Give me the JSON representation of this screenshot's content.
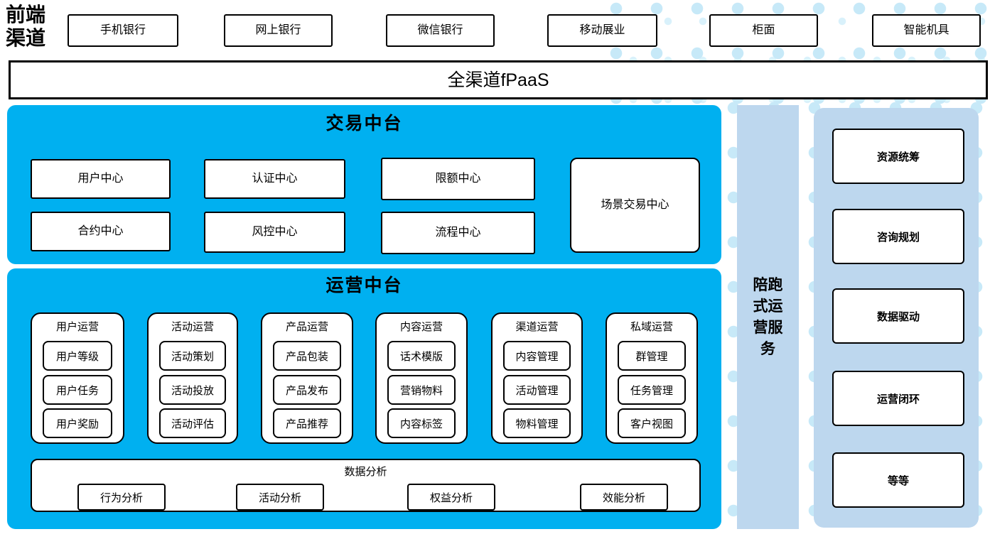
{
  "front_channels": {
    "label_lines": [
      "前端",
      "渠道"
    ],
    "items": [
      "手机银行",
      "网上银行",
      "微信银行",
      "移动展业",
      "柜面",
      "智能机具"
    ]
  },
  "fpaas": {
    "label": "全渠道fPaaS"
  },
  "trade": {
    "title": "交易中台",
    "row1": [
      "用户中心",
      "认证中心",
      "限额中心"
    ],
    "row2": [
      "合约中心",
      "风控中心",
      "流程中心"
    ],
    "tall_box": "场景交易中心"
  },
  "ops": {
    "title": "运营中台",
    "columns": [
      {
        "header": "用户运营",
        "items": [
          "用户等级",
          "用户任务",
          "用户奖励"
        ]
      },
      {
        "header": "活动运营",
        "items": [
          "活动策划",
          "活动投放",
          "活动评估"
        ]
      },
      {
        "header": "产品运营",
        "items": [
          "产品包装",
          "产品发布",
          "产品推荐"
        ]
      },
      {
        "header": "内容运营",
        "items": [
          "话术模版",
          "营销物料",
          "内容标签"
        ]
      },
      {
        "header": "渠道运营",
        "items": [
          "内容管理",
          "活动管理",
          "物料管理"
        ]
      },
      {
        "header": "私域运营",
        "items": [
          "群管理",
          "任务管理",
          "客户视图"
        ]
      }
    ],
    "analysis": {
      "title": "数据分析",
      "items": [
        "行为分析",
        "活动分析",
        "权益分析",
        "效能分析"
      ]
    }
  },
  "sidebar": {
    "label": "陪跑式运营服务"
  },
  "right_panel": {
    "items": [
      "资源统筹",
      "咨询规划",
      "数据驱动",
      "运营闭环",
      "等等"
    ]
  },
  "colors": {
    "accent_blue": "#00B0F0",
    "light_blue": "#BDD7EE",
    "dot_blue": "#CDEBF8"
  }
}
